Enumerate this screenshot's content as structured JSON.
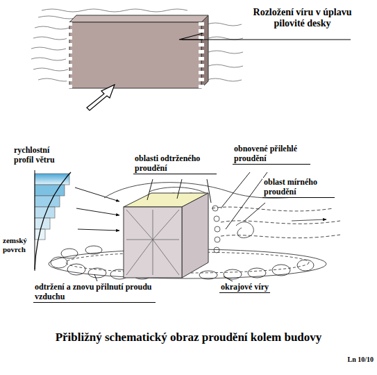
{
  "diagram": {
    "caption": "Přibližný schematický obraz proudění kolem budovy",
    "labels": [
      "Rozložení víru v úplavu pilovité desky",
      "rychlostní profil větru",
      "zemský povrch",
      "oblasti odtrženého proudění",
      "obnovené přilehlé proudění",
      "oblast mírného proudění",
      "odtržení a znovu přilnutí proudu vzduchu",
      "okrajové víry",
      "Ln 10/10"
    ]
  }
}
